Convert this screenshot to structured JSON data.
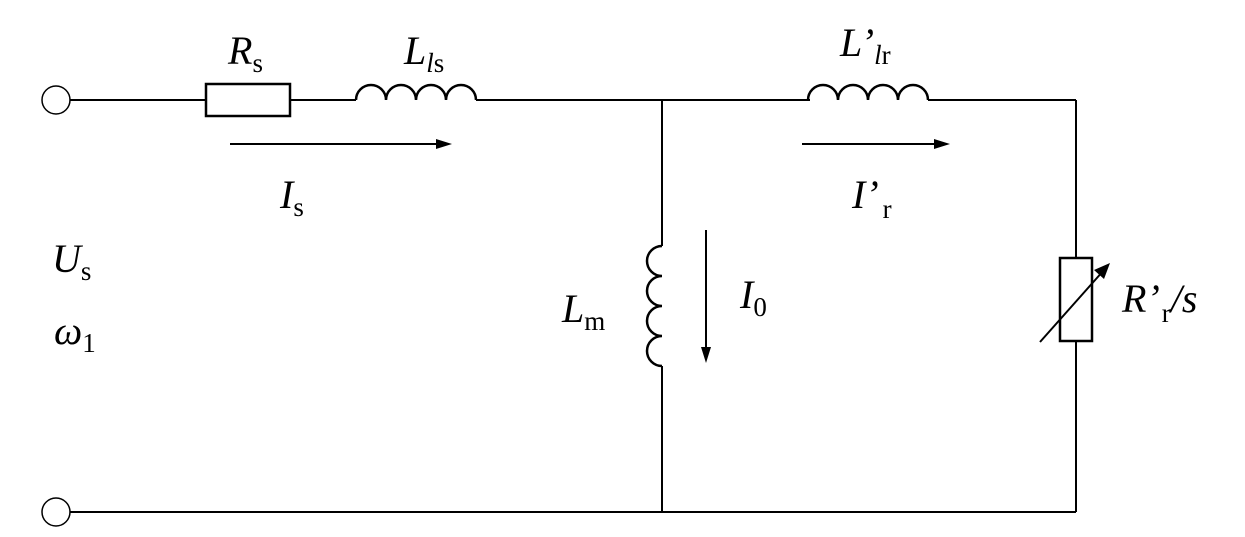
{
  "labels": {
    "rs": {
      "main": "R",
      "sub": "s"
    },
    "lls": {
      "main": "L",
      "sub_italic": "l",
      "sub": "s"
    },
    "llr": {
      "main": "L",
      "prime": "’",
      "sub_italic": "l",
      "sub": "r"
    },
    "is": {
      "main": "I",
      "sub": "s"
    },
    "ir": {
      "main": "I",
      "prime": "’",
      "sub": "r"
    },
    "us": {
      "main": "U",
      "sub": "s"
    },
    "w1": {
      "main": "ω",
      "sub": "1"
    },
    "lm": {
      "main": "L",
      "sub": "m"
    },
    "i0": {
      "main": "I",
      "sub": "0"
    },
    "rr": {
      "main": "R",
      "prime": "’",
      "sub": "r",
      "suffix": "/s"
    }
  },
  "colors": {
    "stroke": "#000000",
    "background": "#ffffff"
  }
}
